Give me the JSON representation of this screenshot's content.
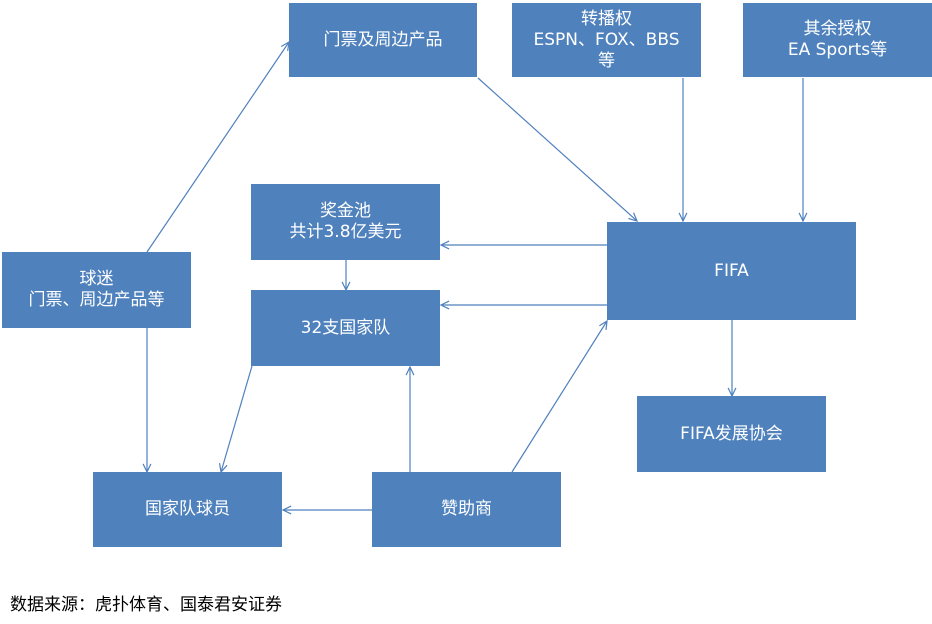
{
  "diagram": {
    "colors": {
      "node_fill": "#4f81bd",
      "node_text": "#ffffff",
      "edge": "#4f81bd"
    },
    "nodes": [
      {
        "id": "tickets",
        "lines": [
          "门票及周边产品"
        ]
      },
      {
        "id": "broadcast",
        "lines": [
          "转播权",
          "ESPN、FOX、BBS",
          "等"
        ]
      },
      {
        "id": "licensing",
        "lines": [
          "其余授权",
          "EA Sports等"
        ]
      },
      {
        "id": "prize",
        "lines": [
          "奖金池",
          "共计3.8亿美元"
        ]
      },
      {
        "id": "fans",
        "lines": [
          "球迷",
          "门票、周边产品等"
        ]
      },
      {
        "id": "fifa",
        "lines": [
          "FIFA"
        ]
      },
      {
        "id": "teams",
        "lines": [
          "32支国家队"
        ]
      },
      {
        "id": "fifa_dev",
        "lines": [
          "FIFA发展协会"
        ]
      },
      {
        "id": "players",
        "lines": [
          "国家队球员"
        ]
      },
      {
        "id": "sponsors",
        "lines": [
          "赞助商"
        ]
      }
    ],
    "edges": [
      {
        "from": "fans",
        "to": "tickets"
      },
      {
        "from": "fans",
        "to": "players"
      },
      {
        "from": "tickets",
        "to": "fifa"
      },
      {
        "from": "broadcast",
        "to": "fifa"
      },
      {
        "from": "licensing",
        "to": "fifa"
      },
      {
        "from": "fifa",
        "to": "prize"
      },
      {
        "from": "fifa",
        "to": "teams"
      },
      {
        "from": "prize",
        "to": "teams"
      },
      {
        "from": "fifa",
        "to": "fifa_dev"
      },
      {
        "from": "teams",
        "to": "players"
      },
      {
        "from": "sponsors",
        "to": "teams"
      },
      {
        "from": "sponsors",
        "to": "fifa"
      },
      {
        "from": "sponsors",
        "to": "players"
      }
    ]
  },
  "footer": {
    "source": "数据来源：虎扑体育、国泰君安证券"
  }
}
